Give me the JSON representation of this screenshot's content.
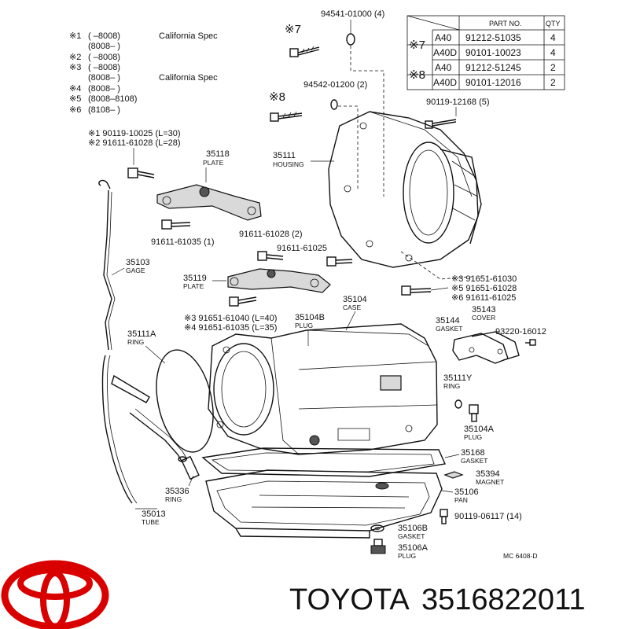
{
  "notes": [
    {
      "mark": "※1",
      "range": "(      –8008)",
      "text": "California Spec"
    },
    {
      "mark": "",
      "range": "(8008–      )",
      "text": ""
    },
    {
      "mark": "※2",
      "range": "(      –8008)",
      "text": ""
    },
    {
      "mark": "※3",
      "range": "(      –8008)",
      "text": ""
    },
    {
      "mark": "",
      "range": "(8008–      )",
      "text": "California Spec"
    },
    {
      "mark": "※4",
      "range": "(8008–      )",
      "text": ""
    },
    {
      "mark": "※5",
      "range": "(8008–8108)",
      "text": ""
    },
    {
      "mark": "※6",
      "range": "(8108–      )",
      "text": ""
    }
  ],
  "table": {
    "header_part": "PART NO.",
    "header_qty": "QTY",
    "rows": [
      {
        "mark": "※7",
        "model": "A40",
        "part": "91212-51035",
        "qty": "4"
      },
      {
        "mark": "",
        "model": "A40D",
        "part": "90101-10023",
        "qty": "4"
      },
      {
        "mark": "※8",
        "model": "A40",
        "part": "91212-51245",
        "qty": "2"
      },
      {
        "mark": "",
        "model": "A40D",
        "part": "90101-12016",
        "qty": "2"
      }
    ]
  },
  "labels": {
    "m7": "※7",
    "m8": "※8",
    "p94541": "94541-01000 (4)",
    "p94542": "94542-01200 (2)",
    "p90119a": "90119-12168 (5)",
    "p35111": "35111",
    "n35111": "HOUSING",
    "p1line": "※1 90119-10025 (L=30)",
    "p2line": "※2 91611-61028 (L=28)",
    "p35118": "35118",
    "n35118": "PLATE",
    "p91611a": "91611-61035 (1)",
    "p91611b": "91611-61028 (2)",
    "p91611c": "91611-61025",
    "p35103": "35103",
    "n35103": "GAGE",
    "p35119": "35119",
    "n35119": "PLATE",
    "p3line": "※3 91651-61030",
    "p5line": "※5 91651-61028",
    "p6line": "※6 91611-61025",
    "p35104": "35104",
    "n35104": "CASE",
    "p3b": "※3 91651-61040 (L=40)",
    "p4b": "※4 91651-61035 (L=35)",
    "p35104B": "35104B",
    "n35104B": "PLUG",
    "p35143": "35143",
    "n35143": "COVER",
    "p35144": "35144",
    "n35144": "GASKET",
    "p93220": "93220-16012",
    "p35111A": "35111A",
    "n35111A": "RING",
    "p35111Y": "35111Y",
    "n35111Y": "RING",
    "p35104A": "35104A",
    "n35104A": "PLUG",
    "p35168": "35168",
    "n35168": "GASKET",
    "p35394": "35394",
    "n35394": "MAGNET",
    "p35106": "35106",
    "n35106": "PAN",
    "p35336": "35336",
    "n35336": "RING",
    "p35013": "35013",
    "n35013": "TUBE",
    "p90119b": "90119-06117 (14)",
    "p35106B": "35106B",
    "n35106B": "GASKET",
    "p35106A": "35106A",
    "n35106A": "PLUG",
    "ref": "MC 6408-D"
  },
  "footer": {
    "brand": "TOYOTA",
    "part_number": "3516822011"
  },
  "colors": {
    "logo": "#d90000",
    "ink": "#111111"
  }
}
